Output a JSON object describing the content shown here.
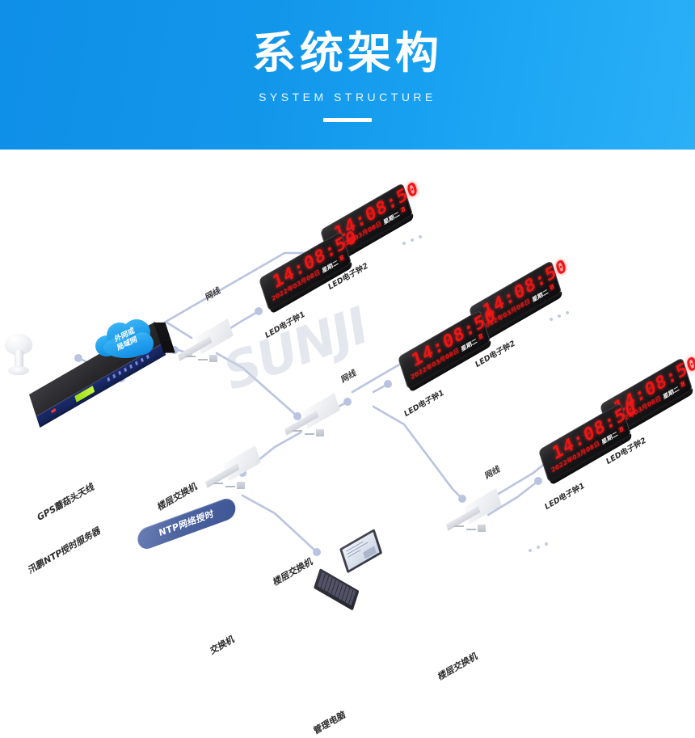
{
  "banner": {
    "title": "系统架构",
    "subtitle": "SYSTEM STRUCTURE",
    "accent_color": "#1296ea",
    "accent_color_light": "#2bb0f7",
    "text_color": "#ffffff"
  },
  "watermark": {
    "text": "SUNJI"
  },
  "diagram": {
    "wire_color": "#b9c4e0",
    "nodes": {
      "gps_antenna": {
        "label": "GPS蘑菇头天线"
      },
      "ntp_server": {
        "label": "汛鹏NTP授时服务器"
      },
      "cloud": {
        "label_line1": "外网或",
        "label_line2": "局域网"
      },
      "switch_core": {
        "label": "交换机"
      },
      "floor_switch_1": {
        "label": "楼层交换机"
      },
      "floor_switch_2": {
        "label": "楼层交换机"
      },
      "floor_switch_3": {
        "label": "楼层交换机"
      },
      "laptop": {
        "label": "管理电脑"
      },
      "ntp_pill": {
        "label": "NTP网络授时"
      }
    },
    "cable_labels": [
      {
        "text": "网线"
      },
      {
        "text": "网线"
      },
      {
        "text": "网线"
      }
    ],
    "clocks": [
      {
        "name": "clock-a-2",
        "label": "LED电子钟2",
        "time": "14:08:50",
        "date": "2022年03月08日",
        "week": "星期二",
        "weeknum": "8"
      },
      {
        "name": "clock-a-1",
        "label": "LED电子钟1",
        "time": "14:08:50",
        "date": "2022年03月08日",
        "week": "星期二",
        "weeknum": "8"
      },
      {
        "name": "clock-b-2",
        "label": "LED电子钟2",
        "time": "14:08:50",
        "date": "2022年03月08日",
        "week": "星期二",
        "weeknum": "8"
      },
      {
        "name": "clock-b-1",
        "label": "LED电子钟1",
        "time": "14:08:50",
        "date": "2022年03月08日",
        "week": "星期二",
        "weeknum": "8"
      },
      {
        "name": "clock-c-2",
        "label": "LED电子钟2",
        "time": "14:08:50",
        "date": "2022年03月08日",
        "week": "星期二",
        "weeknum": "8"
      },
      {
        "name": "clock-c-1",
        "label": "LED电子钟1",
        "time": "14:08:50",
        "date": "2022年03月08日",
        "week": "星期二",
        "weeknum": "8"
      }
    ]
  }
}
